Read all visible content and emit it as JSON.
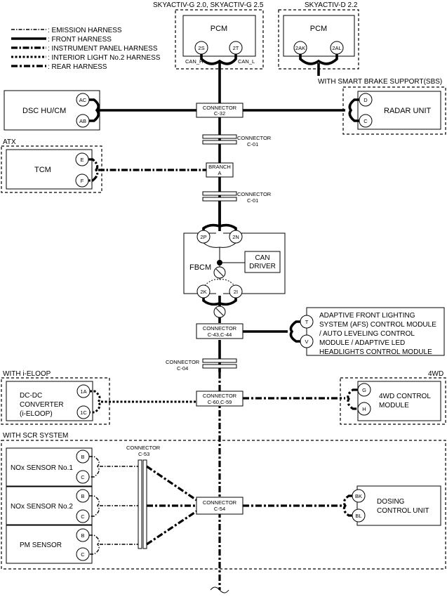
{
  "legend": [
    {
      "label": ": EMISSION HARNESS",
      "style": "emission"
    },
    {
      "label": ": FRONT HARNESS",
      "style": "front"
    },
    {
      "label": ": INSTRUMENT PANEL HARNESS",
      "style": "instrument"
    },
    {
      "label": ": INTERIOR LIGHT No.2 HARNESS",
      "style": "interior"
    },
    {
      "label": ": REAR HARNESS",
      "style": "rear"
    }
  ],
  "groups": {
    "skyactiv_g": "SKYACTIV-G 2.0, SKYACTIV-G 2.5",
    "skyactiv_d": "SKYACTIV-D 2.2",
    "sbs": "WITH SMART BRAKE SUPPORT(SBS)",
    "atx": "ATX",
    "ieloop": "WITH i-ELOOP",
    "awd": "4WD",
    "scr": "WITH SCR SYSTEM"
  },
  "modules": {
    "pcm_g": {
      "name": "PCM",
      "pins": [
        "2S",
        "2T"
      ],
      "can_h": "CAN_H",
      "can_l": "CAN_L"
    },
    "pcm_d": {
      "name": "PCM",
      "pins": [
        "2AK",
        "2AL"
      ]
    },
    "dsc": {
      "name": "DSC HU/CM",
      "pins": [
        "AC",
        "AB"
      ]
    },
    "radar": {
      "name": "RADAR UNIT",
      "pins": [
        "D",
        "C"
      ]
    },
    "tcm": {
      "name": "TCM",
      "pins": [
        "E",
        "F"
      ]
    },
    "fbcm": {
      "name": "FBCM",
      "pins_top": [
        "2P",
        "2N"
      ],
      "pins_bottom": [
        "2K",
        "2I"
      ],
      "can_driver": [
        "CAN",
        "DRIVER"
      ]
    },
    "afs": {
      "lines": [
        "ADAPTIVE FRONT LIGHTING",
        "SYSTEM (AFS) CONTROL MODULE",
        "/ AUTO LEVELING CONTROL",
        "MODULE / ADAPTIVE LED",
        "HEADLIGHTS CONTROL MODULE"
      ],
      "pins": [
        "T",
        "V"
      ]
    },
    "dcdc": {
      "lines": [
        "DC-DC",
        "CONVERTER",
        "(i-ELOOP)"
      ],
      "pins": [
        "1A",
        "1C"
      ]
    },
    "awd_cm": {
      "lines": [
        "4WD CONTROL",
        "MODULE"
      ],
      "pins": [
        "G",
        "H"
      ]
    },
    "nox1": {
      "name": "NOx SENSOR No.1",
      "pins": [
        "B",
        "C"
      ]
    },
    "nox2": {
      "name": "NOx SENSOR No.2",
      "pins": [
        "B",
        "C"
      ]
    },
    "pm": {
      "name": "PM SENSOR",
      "pins": [
        "B",
        "C"
      ]
    },
    "dosing": {
      "lines": [
        "DOSING",
        "CONTROL UNIT"
      ],
      "pins": [
        "BK",
        "BL"
      ]
    }
  },
  "connectors": {
    "c32": {
      "title": "CONNECTOR",
      "code": "C-32"
    },
    "c01a": {
      "title": "CONNECTOR",
      "code": "C-01"
    },
    "branch": {
      "title": "BRANCH",
      "code": "A"
    },
    "c01b": {
      "title": "CONNECTOR",
      "code": "C-01"
    },
    "c43": {
      "title": "CONNECTOR",
      "code": "C-43,C-44"
    },
    "c04": {
      "title": "CONNECTOR",
      "code": "C-04"
    },
    "c60": {
      "title": "CONNECTOR",
      "code": "C-60,C-59"
    },
    "c53": {
      "title": "CONNECTOR",
      "code": "C-53"
    },
    "c54": {
      "title": "CONNECTOR",
      "code": "C-54"
    }
  }
}
